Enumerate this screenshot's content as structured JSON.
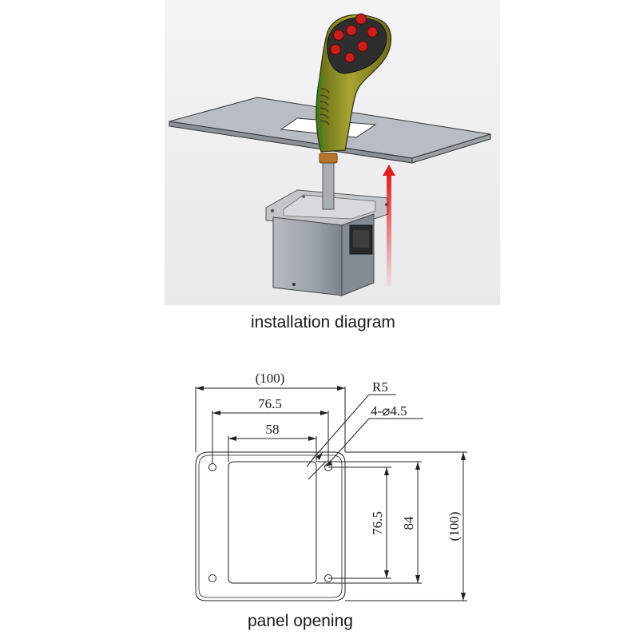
{
  "installation": {
    "caption": "installation diagram"
  },
  "panel": {
    "caption": "panel opening",
    "dim_overall_width": "(100)",
    "dim_hole_spacing_x": "76.5",
    "dim_opening_width": "58",
    "dim_radius": "R5",
    "dim_holes": "4-⌀4.5",
    "dim_hole_spacing_y": "76.5",
    "dim_opening_height": "84",
    "dim_overall_height": "(100)"
  },
  "colors": {
    "grip": "#9a9a2a",
    "grip_dark": "#3c3c14",
    "buttons": "#c81e1e",
    "button_pad": "#2e2e2e",
    "plate": "#a9afb6",
    "housing": "#9ea4ab",
    "arrow": "#e02020",
    "line": "#222222"
  }
}
